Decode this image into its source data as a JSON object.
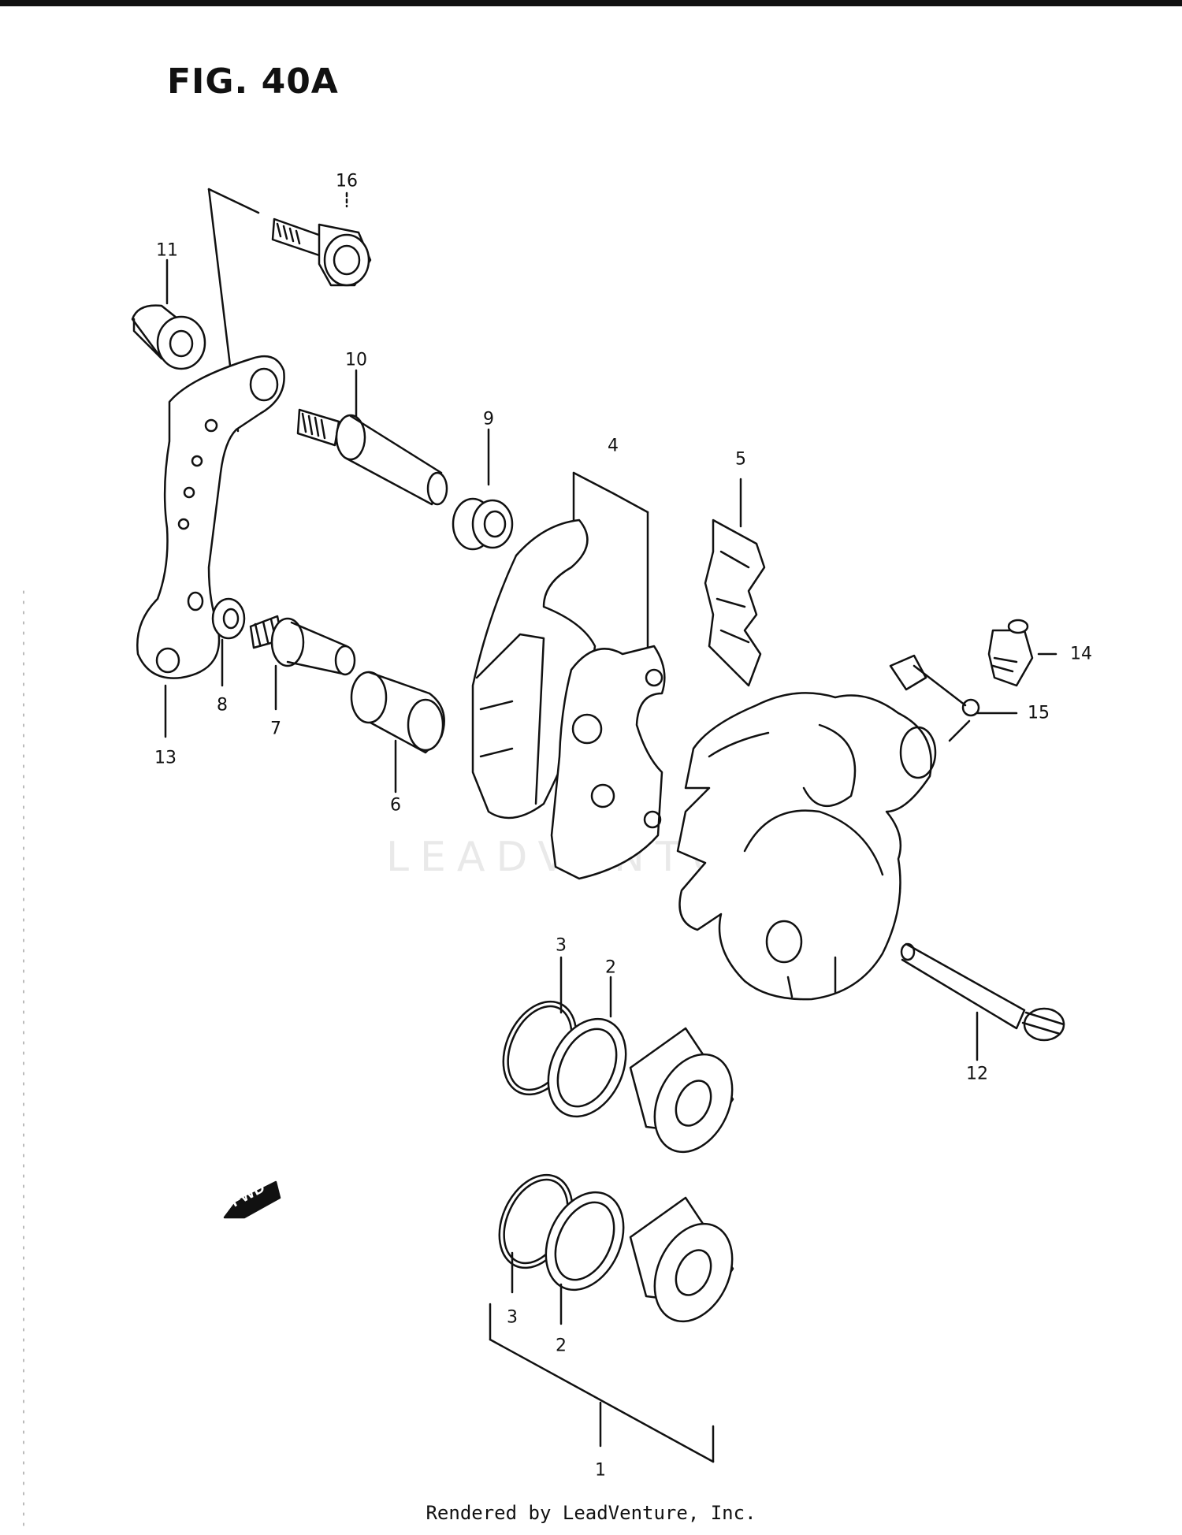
{
  "figure": {
    "title": "FIG. 40A"
  },
  "watermark": "LEADVENTURE",
  "direction_marker": "FWD",
  "callouts": {
    "c1": "1",
    "c2a": "2",
    "c2b": "2",
    "c3a": "3",
    "c3b": "3",
    "c4": "4",
    "c5": "5",
    "c6": "6",
    "c7": "7",
    "c8": "8",
    "c9": "9",
    "c10": "10",
    "c11": "11",
    "c12": "12",
    "c13": "13",
    "c14": "14",
    "c15": "15",
    "c16": "16"
  },
  "footer": "Rendered by LeadVenture, Inc."
}
